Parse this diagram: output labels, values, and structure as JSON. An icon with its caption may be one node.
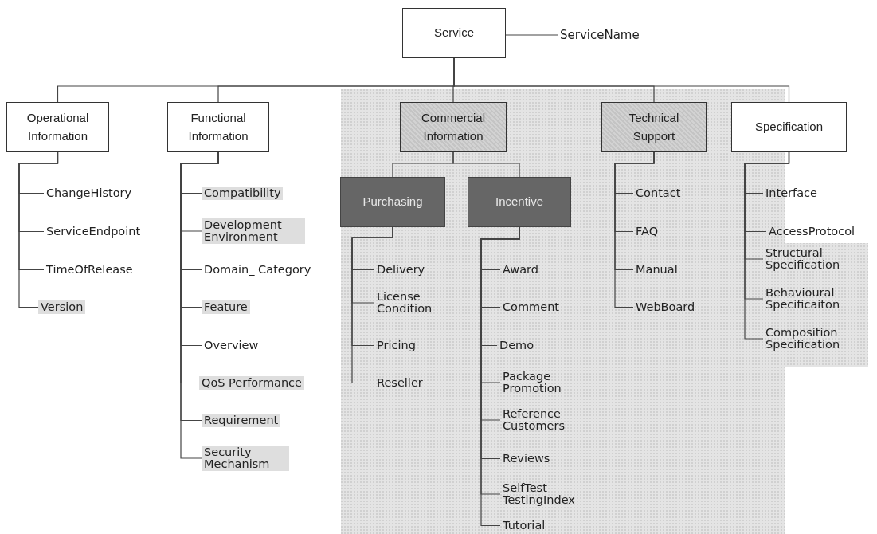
{
  "diagram": {
    "nodes": [
      {
        "text": [
          "Service"
        ]
      },
      {
        "text": [
          "ServiceName"
        ]
      },
      {
        "text": [
          "Operational Information"
        ]
      },
      {
        "text": [
          "Functional Information"
        ]
      },
      {
        "text": [
          "Commercial Information"
        ]
      },
      {
        "text": [
          "Technical Support"
        ]
      },
      {
        "text": [
          "Specification"
        ]
      },
      {
        "text": [
          "Purchasing"
        ]
      },
      {
        "text": [
          "Incentive"
        ]
      },
      {
        "text": [
          "ChangeHistory"
        ]
      },
      {
        "text": [
          "ServiceEndpoint"
        ]
      },
      {
        "text": [
          "TimeOfRelease"
        ]
      },
      {
        "text": [
          "Version"
        ]
      },
      {
        "text": [
          "Compatibility"
        ]
      },
      {
        "text": [
          "Development Environment"
        ]
      },
      {
        "text": [
          "Domain_ Category"
        ]
      },
      {
        "text": [
          "Feature"
        ]
      },
      {
        "text": [
          "Overview"
        ]
      },
      {
        "text": [
          "QoS Performance"
        ]
      },
      {
        "text": [
          "Requirement"
        ]
      },
      {
        "text": [
          "Security Mechanism"
        ]
      },
      {
        "text": [
          "Delivery"
        ]
      },
      {
        "text": [
          "License Condition"
        ]
      },
      {
        "text": [
          "Pricing"
        ]
      },
      {
        "text": [
          "Reseller"
        ]
      },
      {
        "text": [
          "Award"
        ]
      },
      {
        "text": [
          "Comment"
        ]
      },
      {
        "text": [
          "Demo"
        ]
      },
      {
        "text": [
          "Package Promotion"
        ]
      },
      {
        "text": [
          "Reference Customers"
        ]
      },
      {
        "text": [
          "Reviews"
        ]
      },
      {
        "text": [
          "SelfTest TestingIndex"
        ]
      },
      {
        "text": [
          "Tutorial"
        ]
      },
      {
        "text": [
          "Contact"
        ]
      },
      {
        "text": [
          "FAQ"
        ]
      },
      {
        "text": [
          "Manual"
        ]
      },
      {
        "text": [
          "WebBoard"
        ]
      },
      {
        "text": [
          "Interface"
        ]
      },
      {
        "text": [
          "AccessProtocol"
        ]
      },
      {
        "text": [
          "Structural Specification"
        ]
      },
      {
        "text": [
          "Behavioural Specificaiton"
        ]
      },
      {
        "text": [
          "Composition Specification"
        ]
      }
    ],
    "edges": [
      {
        "from": 0,
        "to": 1,
        "arrow": "none"
      },
      {
        "from": 0,
        "to": 2,
        "arrow": "none"
      },
      {
        "from": 0,
        "to": 3,
        "arrow": "none"
      },
      {
        "from": 0,
        "to": 4,
        "arrow": "none"
      },
      {
        "from": 0,
        "to": 5,
        "arrow": "none"
      },
      {
        "from": 0,
        "to": 6,
        "arrow": "none"
      },
      {
        "from": 4,
        "to": 7,
        "arrow": "none"
      },
      {
        "from": 4,
        "to": 8,
        "arrow": "none"
      },
      {
        "from": 2,
        "to": 9,
        "arrow": "none"
      },
      {
        "from": 2,
        "to": 10,
        "arrow": "none"
      },
      {
        "from": 2,
        "to": 11,
        "arrow": "none"
      },
      {
        "from": 2,
        "to": 12,
        "arrow": "none"
      },
      {
        "from": 3,
        "to": 13,
        "arrow": "none"
      },
      {
        "from": 3,
        "to": 14,
        "arrow": "none"
      },
      {
        "from": 3,
        "to": 15,
        "arrow": "none"
      },
      {
        "from": 3,
        "to": 16,
        "arrow": "none"
      },
      {
        "from": 3,
        "to": 17,
        "arrow": "none"
      },
      {
        "from": 3,
        "to": 18,
        "arrow": "none"
      },
      {
        "from": 3,
        "to": 19,
        "arrow": "none"
      },
      {
        "from": 3,
        "to": 20,
        "arrow": "none"
      },
      {
        "from": 7,
        "to": 21,
        "arrow": "none"
      },
      {
        "from": 7,
        "to": 22,
        "arrow": "none"
      },
      {
        "from": 7,
        "to": 23,
        "arrow": "none"
      },
      {
        "from": 7,
        "to": 24,
        "arrow": "none"
      },
      {
        "from": 8,
        "to": 25,
        "arrow": "none"
      },
      {
        "from": 8,
        "to": 26,
        "arrow": "none"
      },
      {
        "from": 8,
        "to": 27,
        "arrow": "none"
      },
      {
        "from": 8,
        "to": 28,
        "arrow": "none"
      },
      {
        "from": 8,
        "to": 29,
        "arrow": "none"
      },
      {
        "from": 8,
        "to": 30,
        "arrow": "none"
      },
      {
        "from": 8,
        "to": 31,
        "arrow": "none"
      },
      {
        "from": 8,
        "to": 32,
        "arrow": "none"
      },
      {
        "from": 5,
        "to": 33,
        "arrow": "none"
      },
      {
        "from": 5,
        "to": 34,
        "arrow": "none"
      },
      {
        "from": 5,
        "to": 35,
        "arrow": "none"
      },
      {
        "from": 5,
        "to": 36,
        "arrow": "none"
      },
      {
        "from": 6,
        "to": 37,
        "arrow": "none"
      },
      {
        "from": 6,
        "to": 38,
        "arrow": "none"
      },
      {
        "from": 6,
        "to": 39,
        "arrow": "none"
      },
      {
        "from": 6,
        "to": 40,
        "arrow": "none"
      },
      {
        "from": 6,
        "to": 41,
        "arrow": "none"
      }
    ]
  }
}
